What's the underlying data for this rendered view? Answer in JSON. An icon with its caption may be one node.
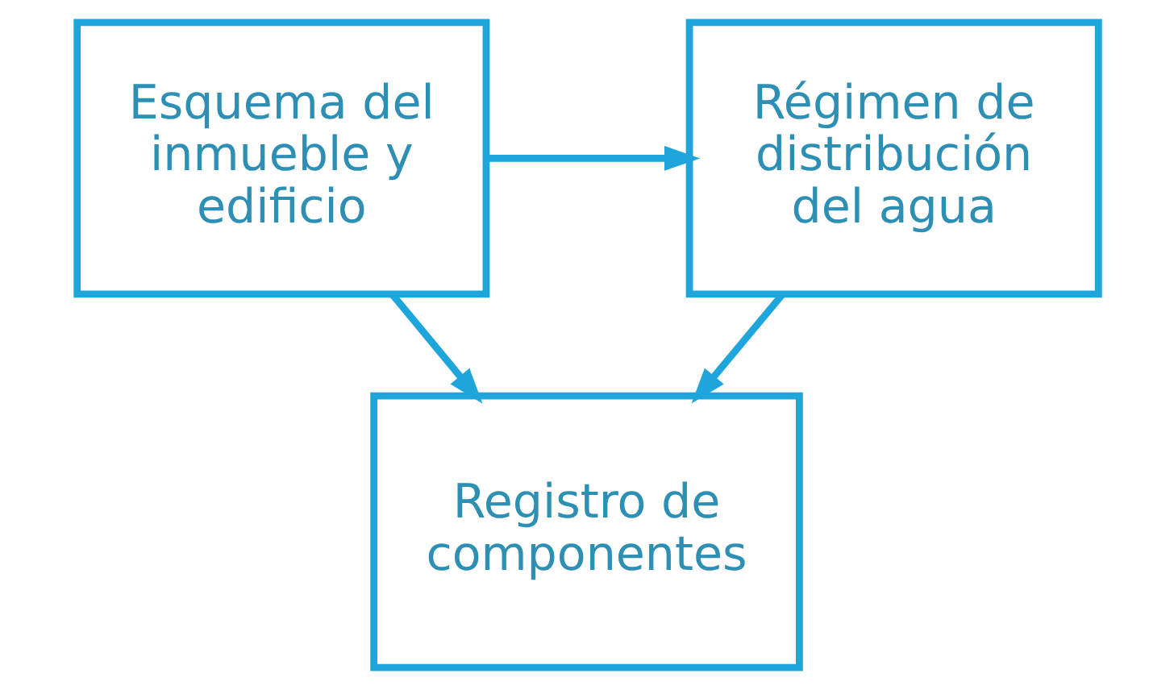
{
  "diagram": {
    "nodes": [
      {
        "text": [
          "Esquema del inmueble y edificio"
        ]
      },
      {
        "text": [
          "Régimen de distribución del agua"
        ]
      },
      {
        "text": [
          "Registro de componentes"
        ]
      }
    ],
    "edges": [
      {
        "from": 0,
        "to": 1,
        "arrow": "to"
      },
      {
        "from": 0,
        "to": 2,
        "arrow": "to"
      },
      {
        "from": 1,
        "to": 2,
        "arrow": "to"
      }
    ]
  }
}
